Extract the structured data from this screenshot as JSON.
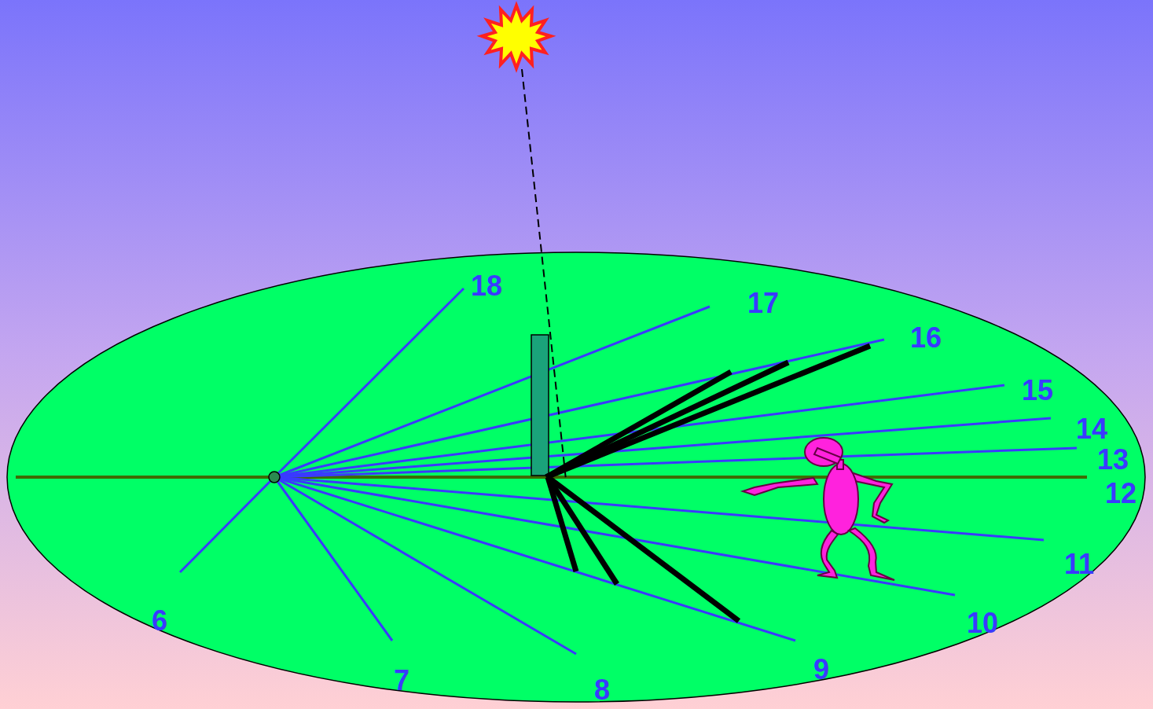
{
  "diagram": {
    "labels": [
      "18",
      "17",
      "16",
      "15",
      "14",
      "13",
      "12",
      "11",
      "10",
      "9",
      "8",
      "7",
      "6"
    ]
  }
}
